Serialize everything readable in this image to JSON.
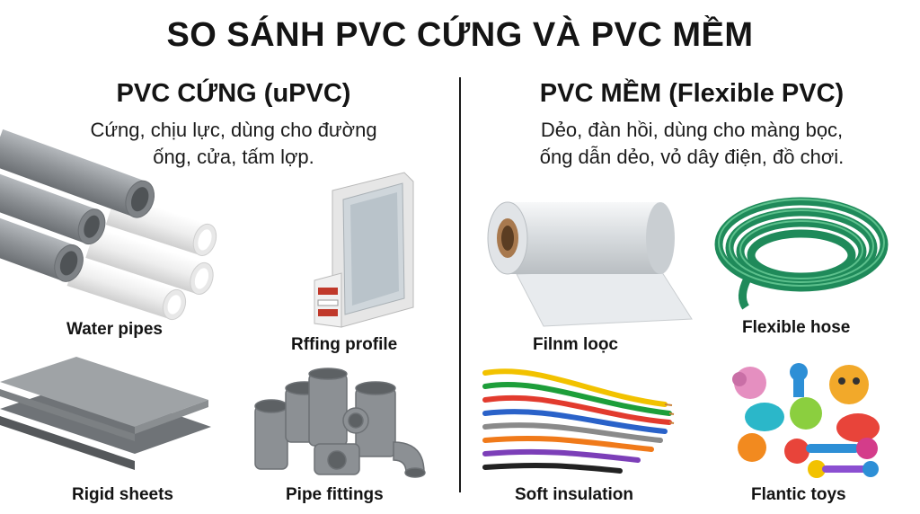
{
  "title": "SO SÁNH PVC CỨNG VÀ PVC MỀM",
  "left": {
    "heading": "PVC CỨNG (uPVC)",
    "desc_line1": "Cứng, chịu lực, dùng cho đường",
    "desc_line2": "ống, cửa, tấm lợp.",
    "items": [
      {
        "caption": "Water pipes",
        "icon": "pipes-icon"
      },
      {
        "caption": "Rffing profile",
        "icon": "window-profile-icon"
      },
      {
        "caption": "Rigid sheets",
        "icon": "sheets-icon"
      },
      {
        "caption": "Pipe fittings",
        "icon": "fittings-icon"
      }
    ]
  },
  "right": {
    "heading": "PVC MỀM (Flexible PVC)",
    "desc_line1": "Dẻo, đàn hồi, dùng cho màng bọc,",
    "desc_line2": "ống dẫn dẻo, vỏ dây điện, đồ chơi.",
    "items": [
      {
        "caption": "Filnm loọc",
        "icon": "film-roll-icon"
      },
      {
        "caption": "Flexible hose",
        "icon": "hose-icon"
      },
      {
        "caption": "Soft insulation",
        "icon": "wires-icon"
      },
      {
        "caption": "Flantic toys",
        "icon": "toys-icon"
      }
    ]
  },
  "colors": {
    "pipe_gray": "#8e9296",
    "pipe_white": "#eeeeee",
    "hose_green": "#1f8a5a",
    "text": "#141414"
  }
}
